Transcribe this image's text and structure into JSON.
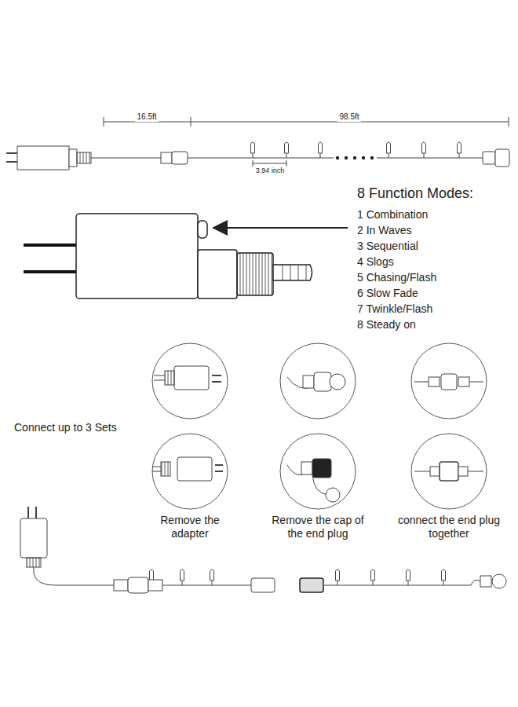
{
  "diagram": {
    "labels": [
      "16.5ft",
      "98.5ft",
      "3.94 inch",
      "8 Function Modes:",
      "1 Combination",
      "2 In Waves",
      "3 Sequential",
      "4 Slogs",
      "5 Chasing/Flash",
      "6 Slow Fade",
      "7 Twinkle/Flash",
      "8 Steady on",
      "Connect up to 3 Sets",
      "Remove the adapter",
      "Remove the cap of the end plug",
      "connect the end plug together"
    ]
  }
}
